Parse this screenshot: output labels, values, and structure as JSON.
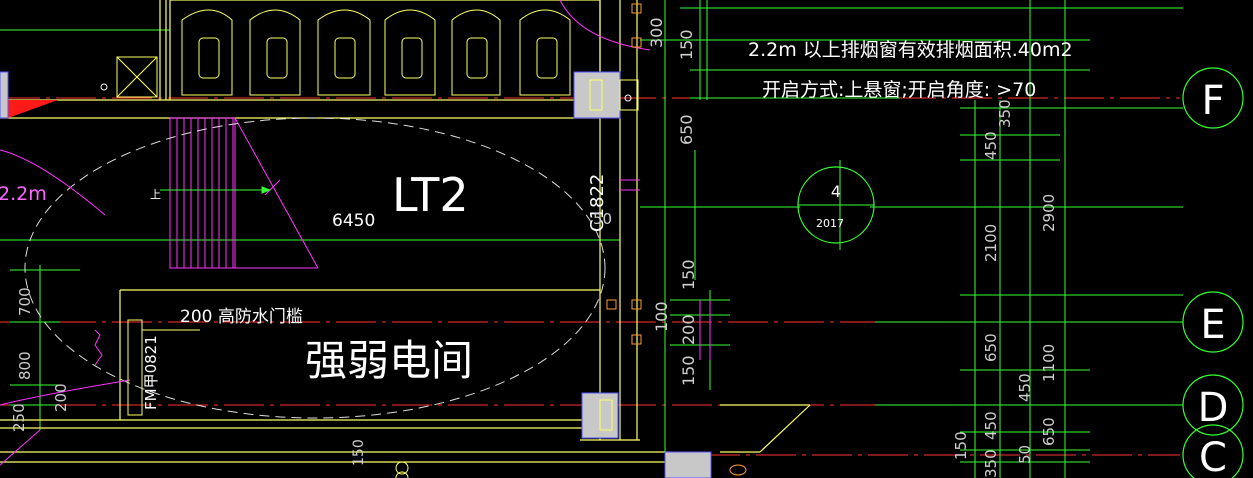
{
  "annotations": {
    "smoke_window_area": "2.2m  以上排烟窗有效排烟面积.40m2",
    "open_mode": "开启方式:上悬窗;开启角度: >70",
    "room_code": "LT2",
    "room_name": "强弱电间",
    "threshold_note": "200  高防水门槛",
    "door_code": "FM甲0821",
    "left_cut_text": "2.2m",
    "tag_c1822": "C1822",
    "dim_6450": "6450",
    "detail_number": "4",
    "detail_sheet": "2017",
    "stair_arrow": "上"
  },
  "axis_labels": [
    "F",
    "E",
    "D",
    "C"
  ],
  "dimensions": {
    "top_300": "300",
    "top_150": "150",
    "mid_650": "650",
    "mid_150a": "150",
    "mid_200": "200",
    "mid_150b": "150",
    "small_50": "50",
    "small_150": "150",
    "left_100": "100",
    "right_350a": "350",
    "right_450a": "450",
    "right_2100": "2100",
    "right_2900": "2900",
    "right_650a": "650",
    "right_450b": "450",
    "right_1100": "1100",
    "right_450c": "450",
    "right_650b": "650",
    "right_150": "150",
    "right_50": "50",
    "right_350b": "350",
    "left_700": "700",
    "left_800": "800",
    "left_200": "200",
    "left_250": "250",
    "bottom_150": "150"
  },
  "colors": {
    "background": "#000000",
    "wall_yellow": "#ffff66",
    "axis_green": "#33ff33",
    "axis_red": "#ff3333",
    "magenta": "#ff33ff",
    "column_fill": "#c8c8c8",
    "text_white": "#ffffff"
  }
}
